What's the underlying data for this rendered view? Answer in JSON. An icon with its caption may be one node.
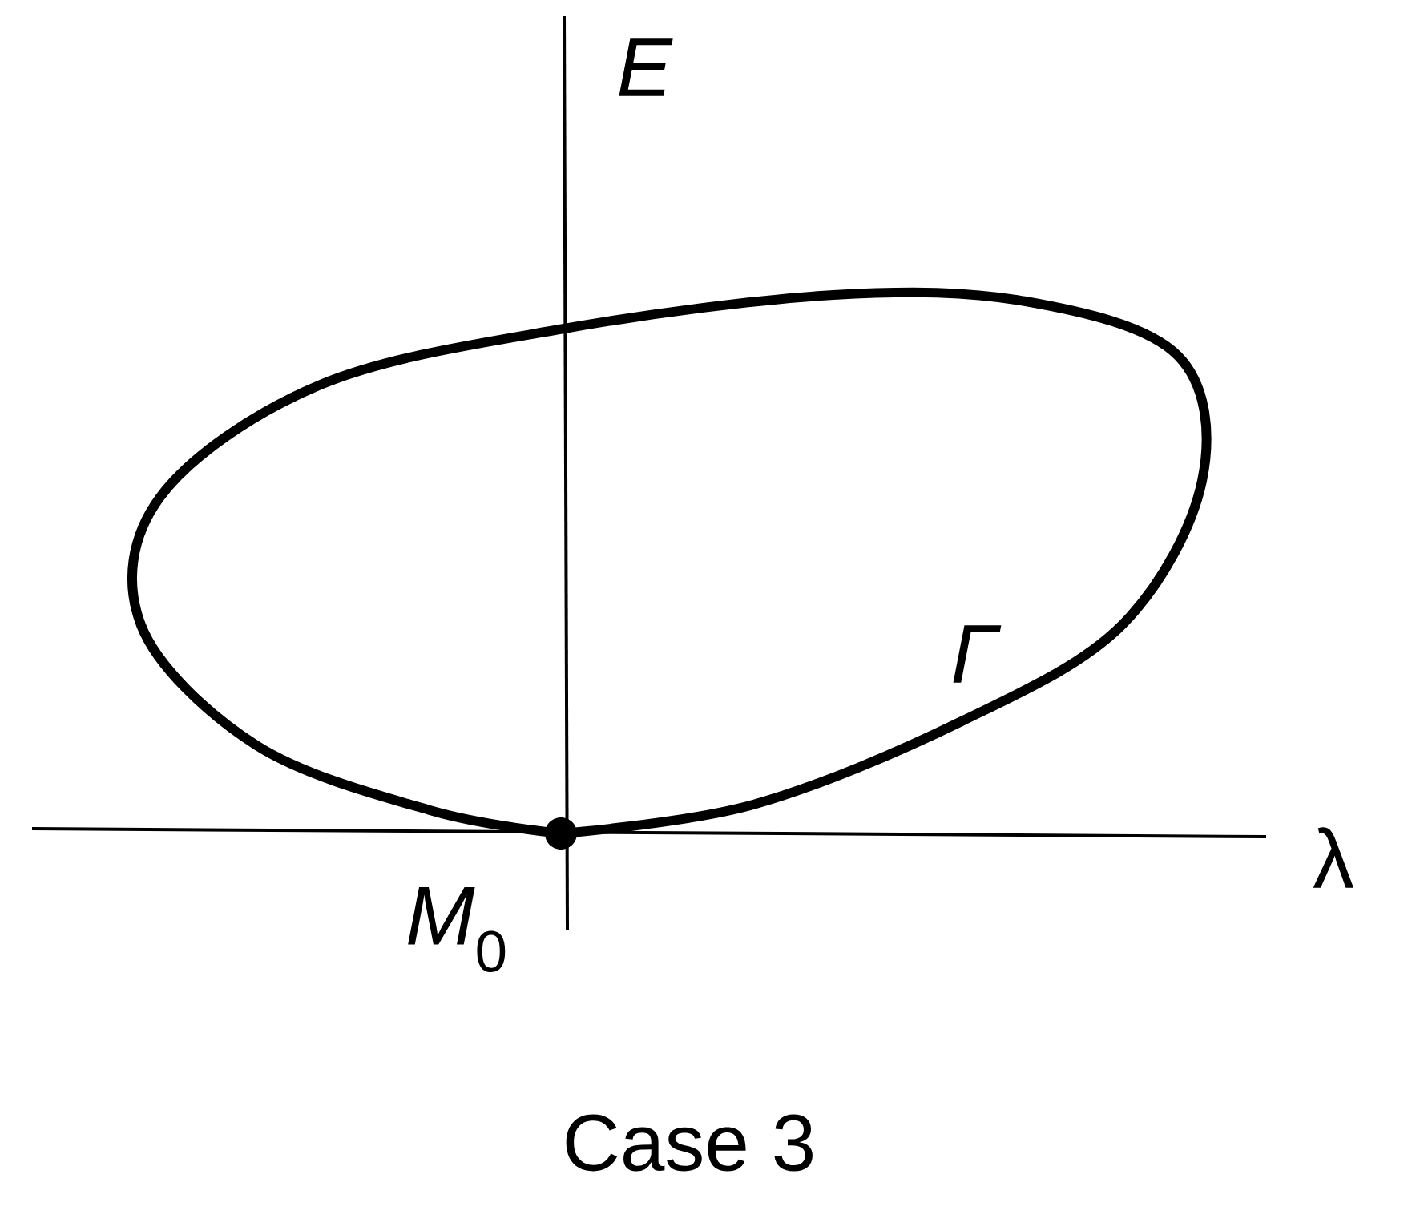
{
  "diagram": {
    "caption": "Case 3",
    "labels": [
      "E",
      "λ",
      "Γ",
      "*M*$_{0}$"
    ]
  }
}
